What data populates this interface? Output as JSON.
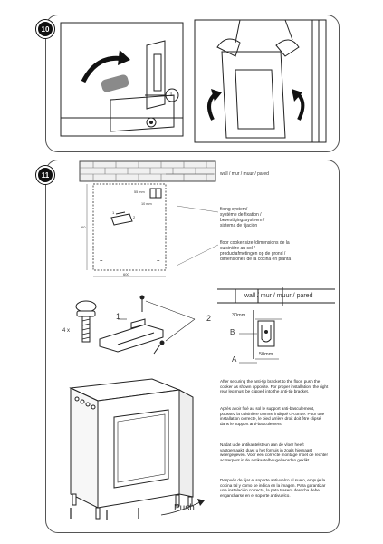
{
  "step10": {
    "number": "10",
    "callout_1": "1"
  },
  "step11": {
    "number": "11",
    "labels": {
      "wall_top": "wall / mur / muur / pared",
      "fixing_system": "fixing system/\nsystème de fixation /\nbevestigingssysteem /\nsistema de fijación",
      "floor_size": "floor cooker size /dimensions de la\ncuisinière au sol /\nproductafmetingen op de grond /\ndimensiones de la cocina en planta",
      "wall_detail": "wall / mur / muur / pared",
      "bracket_1": "1",
      "bracket_2": "2",
      "screws_qty": "4 x",
      "detail_30mm": "30mm",
      "detail_50mm": "50mm",
      "detail_B": "B",
      "detail_A": "A",
      "plan_55mm": "55 mm",
      "plan_10mm": "10 mm",
      "plan_1": "1",
      "plan_2": "2",
      "plan_60": "60",
      "plan_600": "600",
      "push": "Push"
    },
    "paragraphs": {
      "en": "After securing the anti-tip bracket to the floor, push the cooker as shown opposite. For proper installation, the right rear leg must be clipped into the anti-tip bracket.",
      "fr": "Après avoir fixé au sol le support anti-basculement, poussez la cuisinière comme indiqué ci-contre. Pour une installation correcte, le pied arrière droit doit être clipsé dans le support anti-basculement.",
      "nl": "Nadat u de antikantelsteun aan de vloer heeft vastgemaakt, duwt u het fornuis in zoals hiernaast weergegeven. Voor een correcte montage moet de rechter achterpoot in de antikantelbeugel worden geklikt.",
      "es": "Después de fijar el soporte antivuelco al suelo, empuje la cocina tal y como se indica en la imagen. Para garantizar una instalación correcta, la pata trasera derecha debe engancharse en el soporte antivuelco."
    }
  }
}
